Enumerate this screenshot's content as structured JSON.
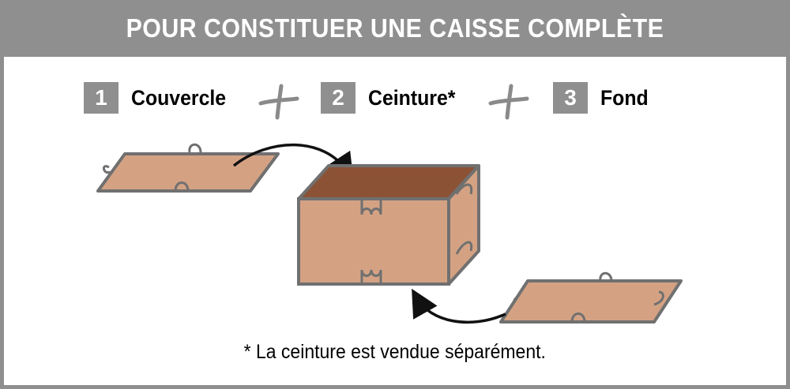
{
  "header": {
    "title": "POUR CONSTITUER UNE CAISSE COMPLÈTE"
  },
  "steps": [
    {
      "number": "1",
      "label": "Couvercle"
    },
    {
      "number": "2",
      "label": "Ceinture*"
    },
    {
      "number": "3",
      "label": "Fond"
    }
  ],
  "footnote": "* La ceinture est vendue séparément.",
  "colors": {
    "header_bg": "#8f8f8f",
    "panel_fill": "#d4a283",
    "box_top_fill": "#8c5236",
    "outline": "#707070"
  },
  "icons": [
    "plus-icon",
    "curved-arrow-icon"
  ]
}
